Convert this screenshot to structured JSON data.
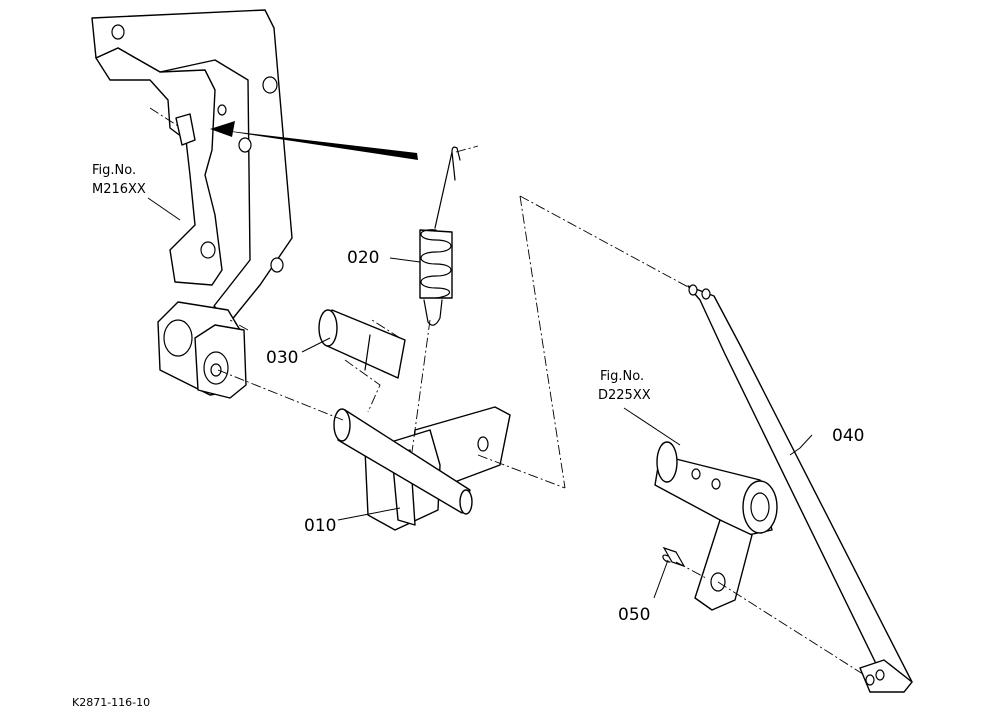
{
  "figure_refs": [
    {
      "line1": "Fig.No.",
      "line2": "M216XX"
    },
    {
      "line1": "Fig.No.",
      "line2": "D225XX"
    }
  ],
  "part_labels": {
    "spring": "020",
    "pin": "030",
    "lever_plate": "010",
    "rod": "040",
    "clip": "050"
  },
  "drawing_code": "K2871-116-10"
}
